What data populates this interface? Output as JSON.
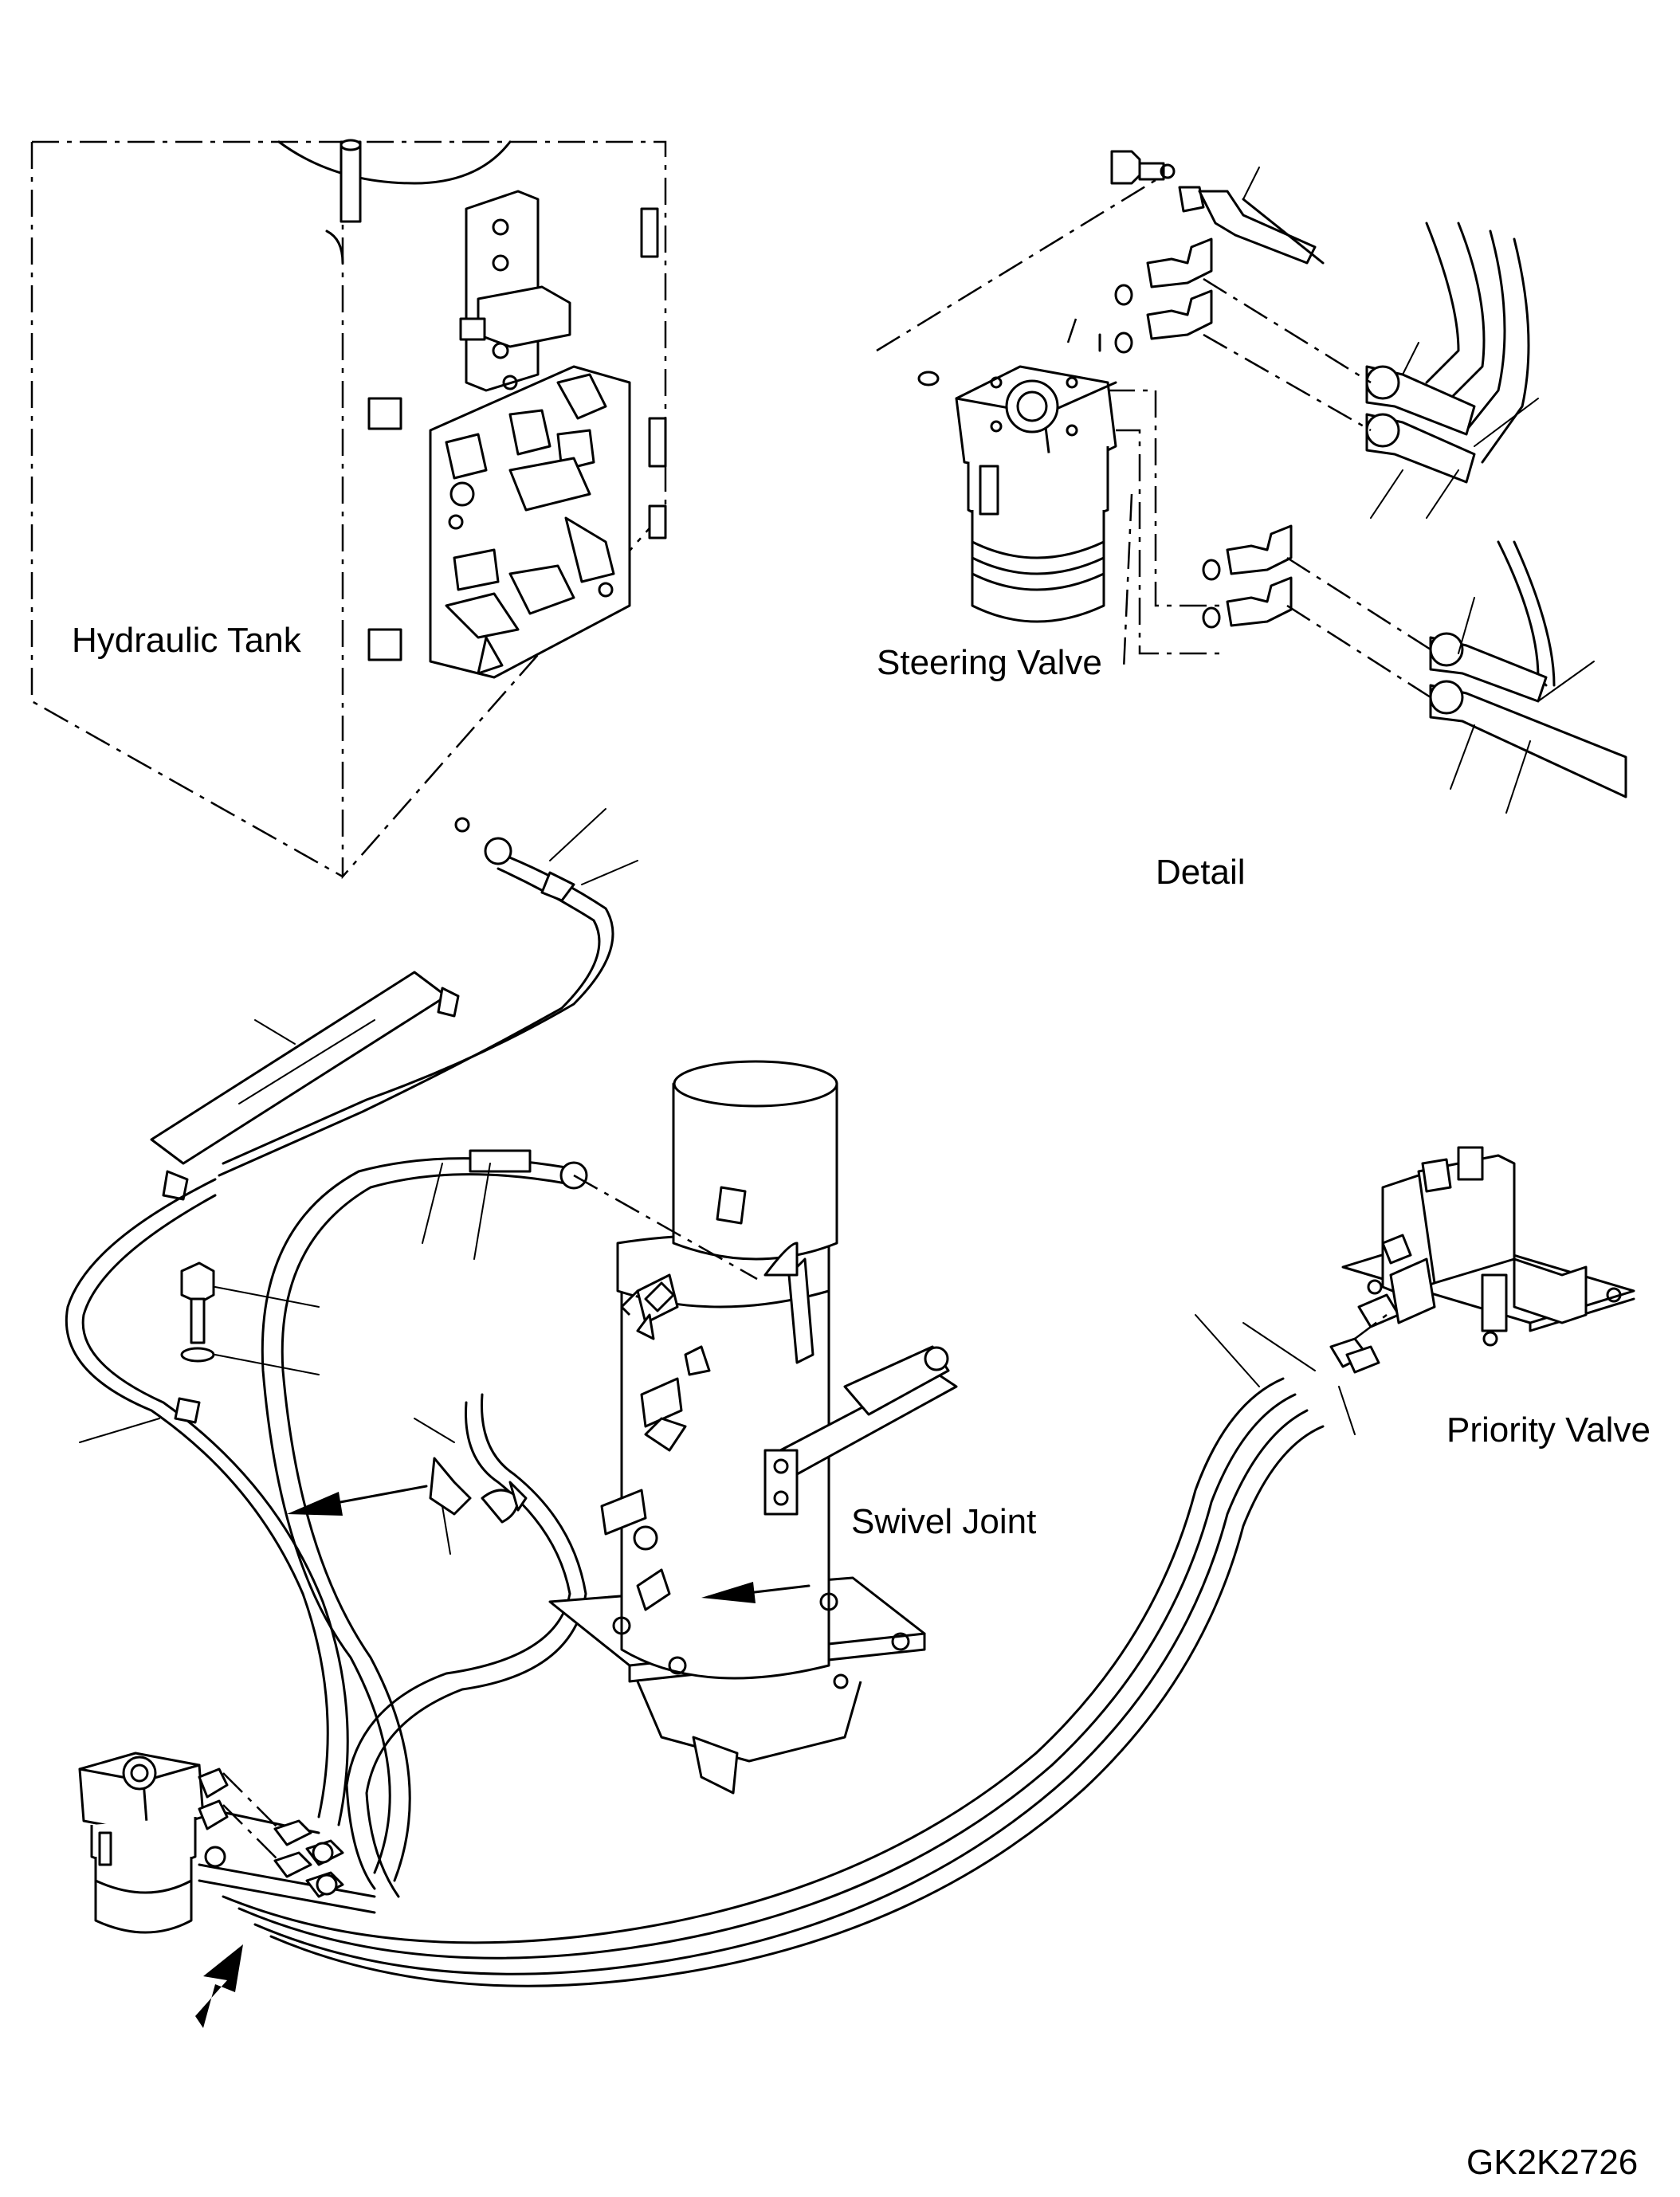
{
  "labels": {
    "hydraulic_tank": "Hydraulic Tank",
    "steering_valve": "Steering Valve",
    "detail": "Detail",
    "priority_valve": "Priority Valve",
    "swivel_joint": "Swivel Joint"
  },
  "drawing_code": "GK2K2726"
}
